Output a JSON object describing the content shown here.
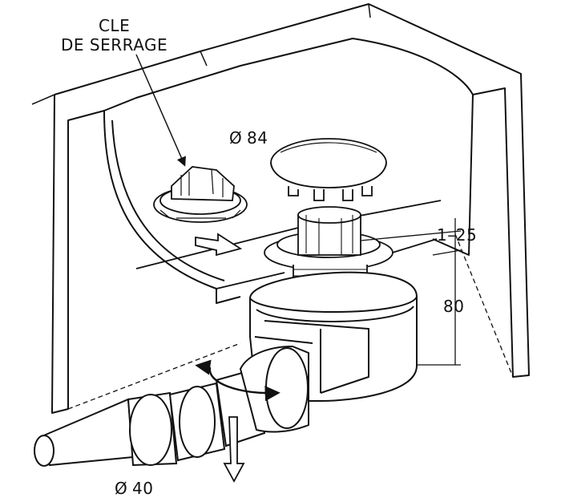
{
  "labels": {
    "cle_line1": "CLE",
    "cle_line2": "DE SERRAGE",
    "diam_symbol": "Ø",
    "diam_84_value": "84",
    "range_value": "1–25",
    "height_value": "80",
    "diam_40_value": "40"
  }
}
